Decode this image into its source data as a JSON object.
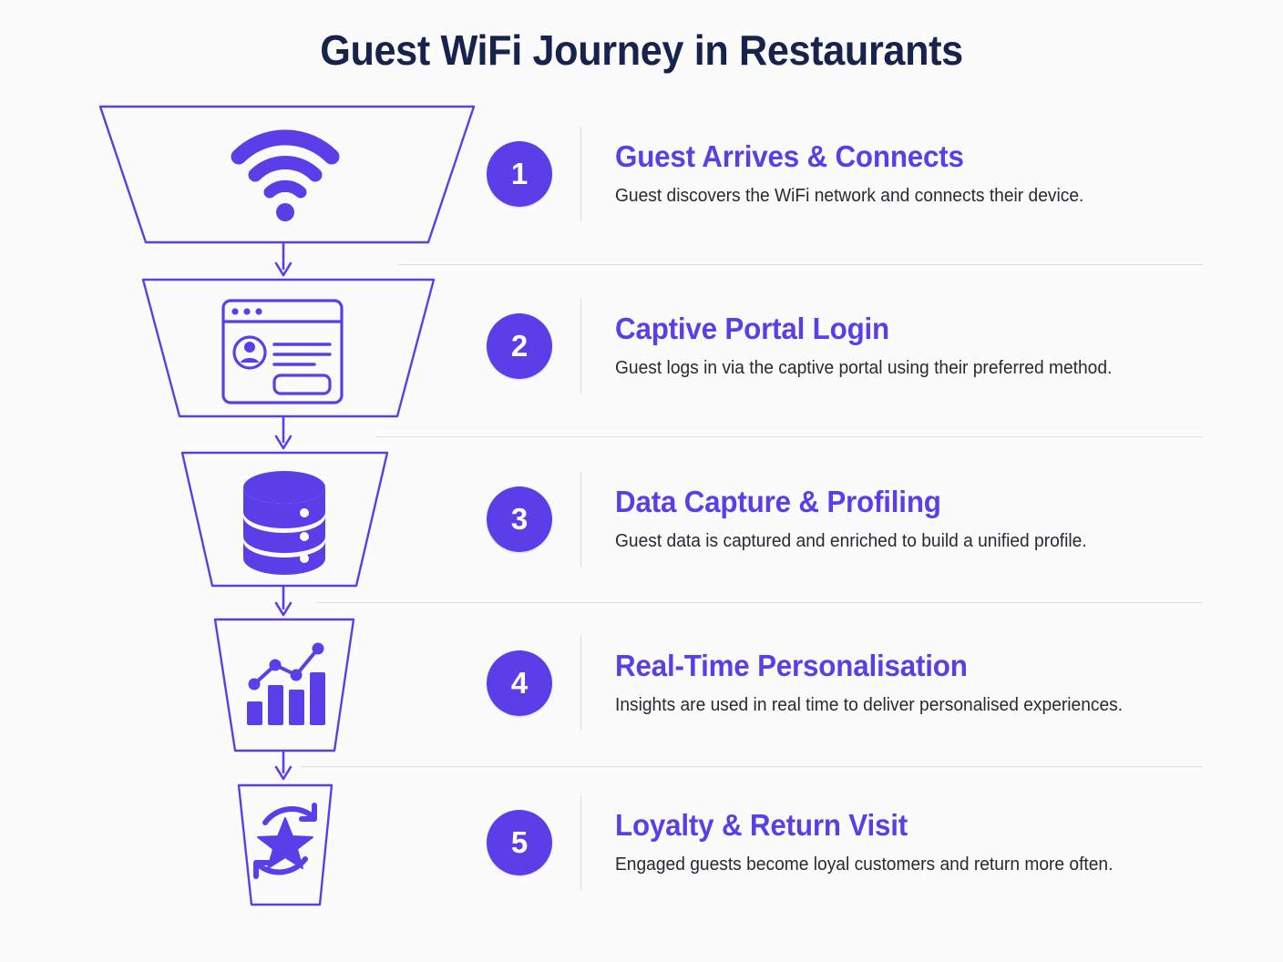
{
  "header": {
    "title": "Guest WiFi Journey in Restaurants"
  },
  "theme": {
    "accent": "#5C3EE8",
    "title_color": "#17234D",
    "body_text_color": "#272934",
    "background": "#FBFBFC",
    "separator": "#DCDCE1"
  },
  "funnel": {
    "steps": [
      {
        "number": "1",
        "title": "Guest Arrives & Connects",
        "description": "Guest discovers the WiFi network and connects their device.",
        "icon": "wifi-icon"
      },
      {
        "number": "2",
        "title": "Captive Portal Login",
        "description": "Guest logs in via the captive portal using their preferred method.",
        "icon": "captive-portal-icon"
      },
      {
        "number": "3",
        "title": "Data Capture & Profiling",
        "description": "Guest data is captured and enriched to build a unified profile.",
        "icon": "database-icon"
      },
      {
        "number": "4",
        "title": "Real-Time Personalisation",
        "description": "Insights are used in real time to deliver personalised experiences.",
        "icon": "bar-chart-trend-icon"
      },
      {
        "number": "5",
        "title": "Loyalty & Return Visit",
        "description": "Engaged guests become loyal customers and return more often.",
        "icon": "loyalty-star-refresh-icon"
      }
    ]
  }
}
